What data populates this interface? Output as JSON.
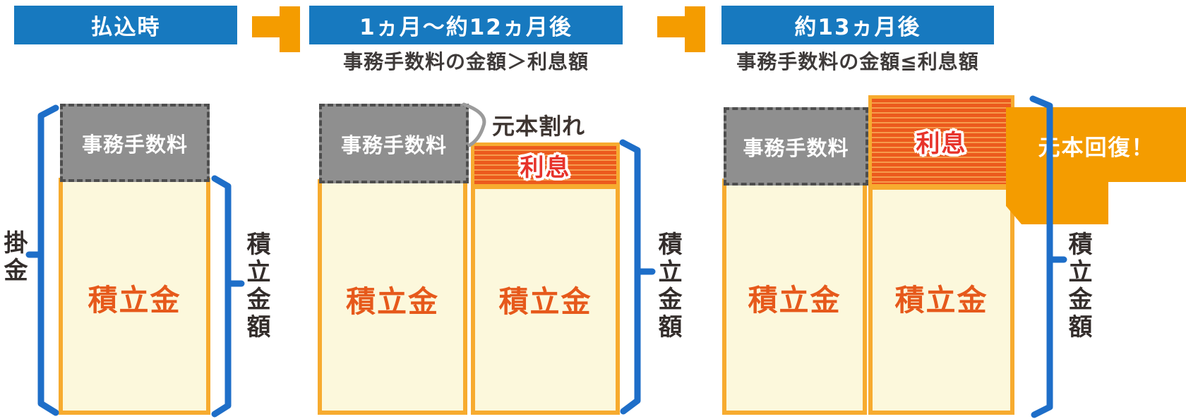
{
  "colors": {
    "header_bg": "#1779BF",
    "arrow_orange": "#F49C00",
    "fee_gray_fill": "#8F8F8F",
    "fee_dash_border": "#4E4E4E",
    "box_border_amber": "#F7AB2F",
    "box_fill_cream": "#FCF8DC",
    "interest_fill": "#EC5A1D",
    "interest_stripe": "#F69B4C",
    "interest_text_red": "#E7332B",
    "principal_text_orange": "#E6591B",
    "bracket_blue": "#1E6EC8",
    "vertical_label_dark": "#332D2B",
    "callout_orange": "#F49C00"
  },
  "stage1": {
    "header": "払込時",
    "fee_label": "事務手数料",
    "principal_label": "積立金",
    "left_bracket_label": "掛金",
    "right_bracket_label": "積立金額"
  },
  "stage2": {
    "header": "1ヵ月～約12ヵ月後",
    "subtitle": "事務手数料の金額＞利息額",
    "fee_label": "事務手数料",
    "interest_label": "利息",
    "principal_left_label": "積立金",
    "principal_right_label": "積立金",
    "annotation": "元本割れ",
    "right_bracket_label": "積立金額"
  },
  "stage3": {
    "header": "約13ヵ月後",
    "subtitle": "事務手数料の金額≦利息額",
    "fee_label": "事務手数料",
    "interest_label": "利息",
    "principal_left_label": "積立金",
    "principal_right_label": "積立金",
    "callout": "元本回復！",
    "right_bracket_label": "積立金額"
  }
}
